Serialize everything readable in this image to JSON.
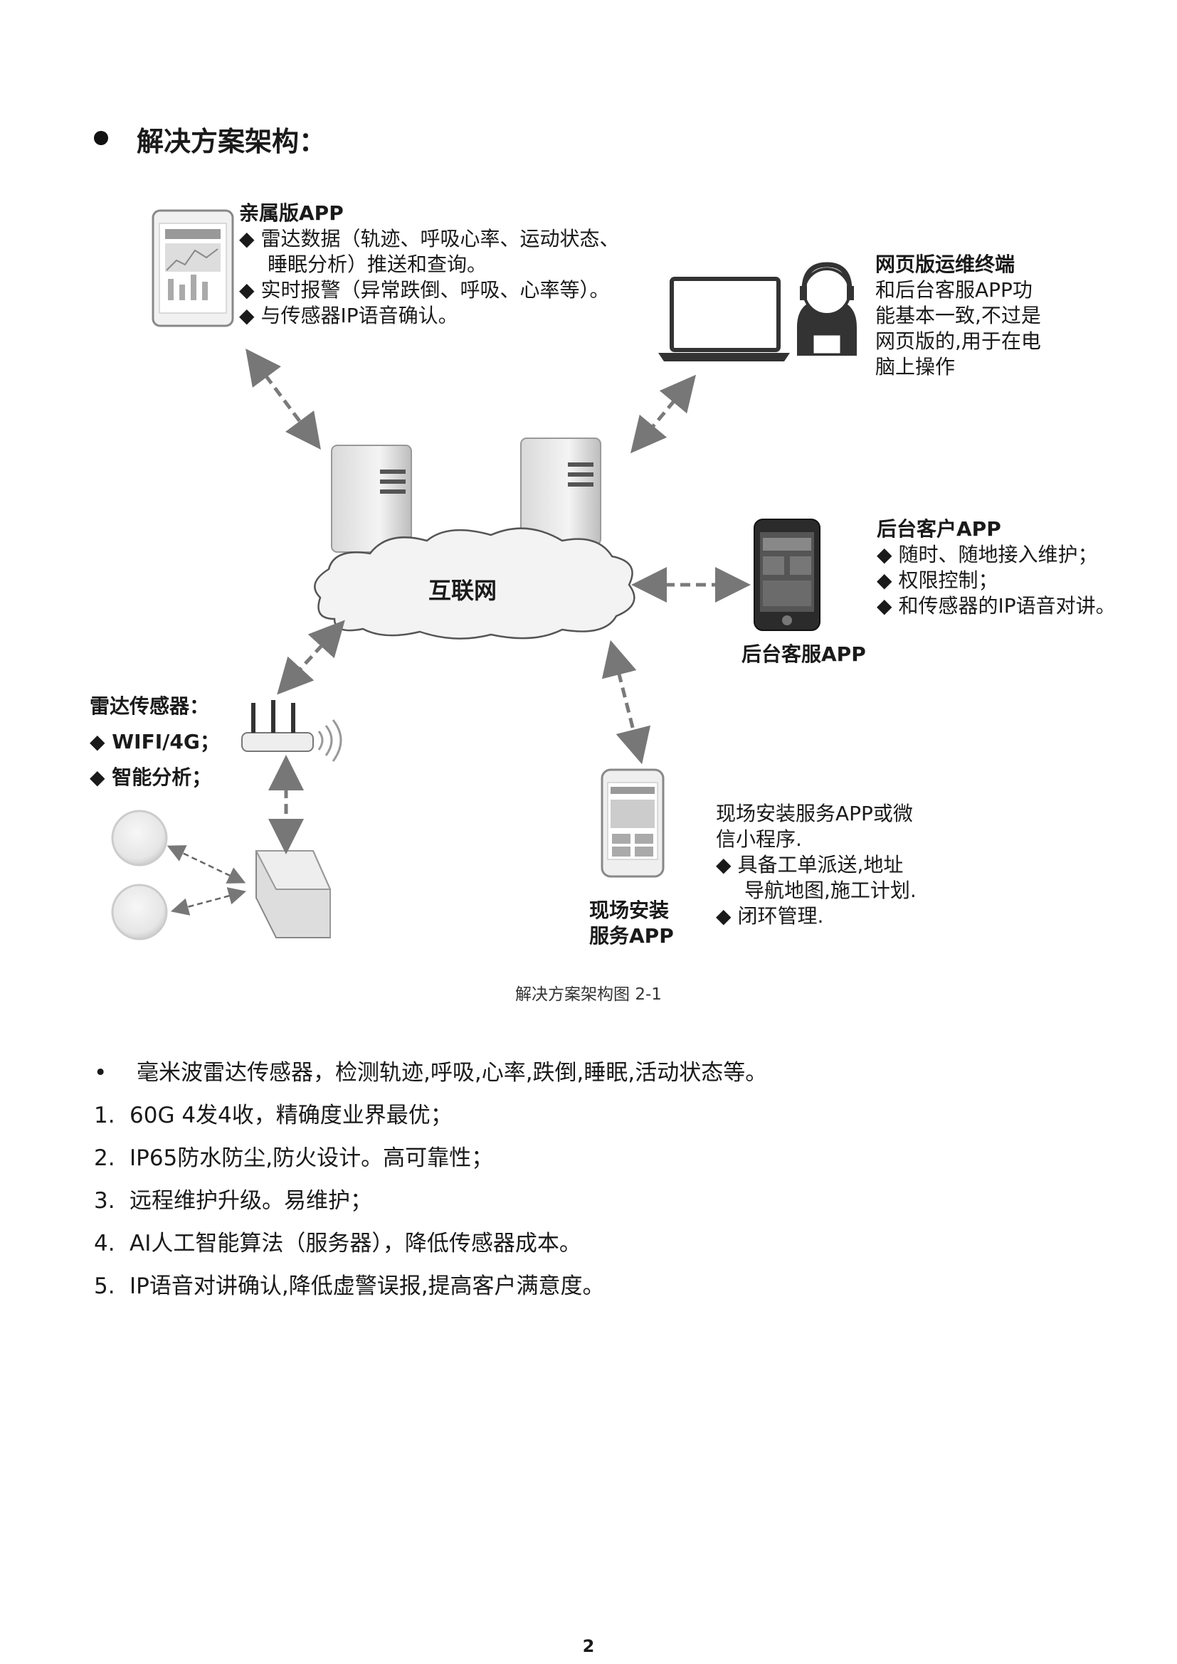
{
  "heading": "解决方案架构：",
  "diagram": {
    "relative_app": {
      "title": "亲属版APP",
      "items": [
        "雷达数据（轨迹、呼吸心率、运动状态、",
        "实时报警（异常跌倒、呼吸、心率等）。",
        "与传感器IP语音确认。"
      ],
      "item1_cont": "睡眠分析）推送和查询。"
    },
    "web_terminal": {
      "title": "网页版运维终端",
      "lines": [
        "和后台客服APP功",
        "能基本一致,不过是",
        "网页版的,用于在电",
        "脑上操作"
      ]
    },
    "client_app": {
      "title": "后台客户APP",
      "items": [
        "随时、随地接入维护；",
        "权限控制；",
        "和传感器的IP语音对讲。"
      ]
    },
    "service_app_caption": "后台客服APP",
    "internet": "互联网",
    "radar": {
      "title": "雷达传感器：",
      "items": [
        "WIFI/4G；",
        "智能分析；"
      ]
    },
    "install_app": {
      "caption_lines": [
        "现场安装",
        "服务APP"
      ],
      "desc_lines": [
        "现场安装服务APP或微",
        "信小程序."
      ],
      "items": [
        "具备工单派送,地址",
        "闭环管理."
      ],
      "item1_cont": "导航地图,施工计划."
    }
  },
  "caption": "解决方案架构图  2-1",
  "bullet_point": "毫米波雷达传感器，检测轨迹,呼吸,心率,跌倒,睡眠,活动状态等。",
  "bullet_symbol": "•",
  "list": [
    {
      "num": "1.",
      "text": "60G 4发4收，精确度业界最优；"
    },
    {
      "num": "2.",
      "text": "IP65防水防尘,防火设计。高可靠性；"
    },
    {
      "num": "3.",
      "text": "远程维护升级。易维护；"
    },
    {
      "num": "4.",
      "text": "AI人工智能算法（服务器），降低传感器成本。"
    },
    {
      "num": "5.",
      "text": "IP语音对讲确认,降低虚警误报,提高客户满意度。"
    }
  ],
  "page_number": "2"
}
